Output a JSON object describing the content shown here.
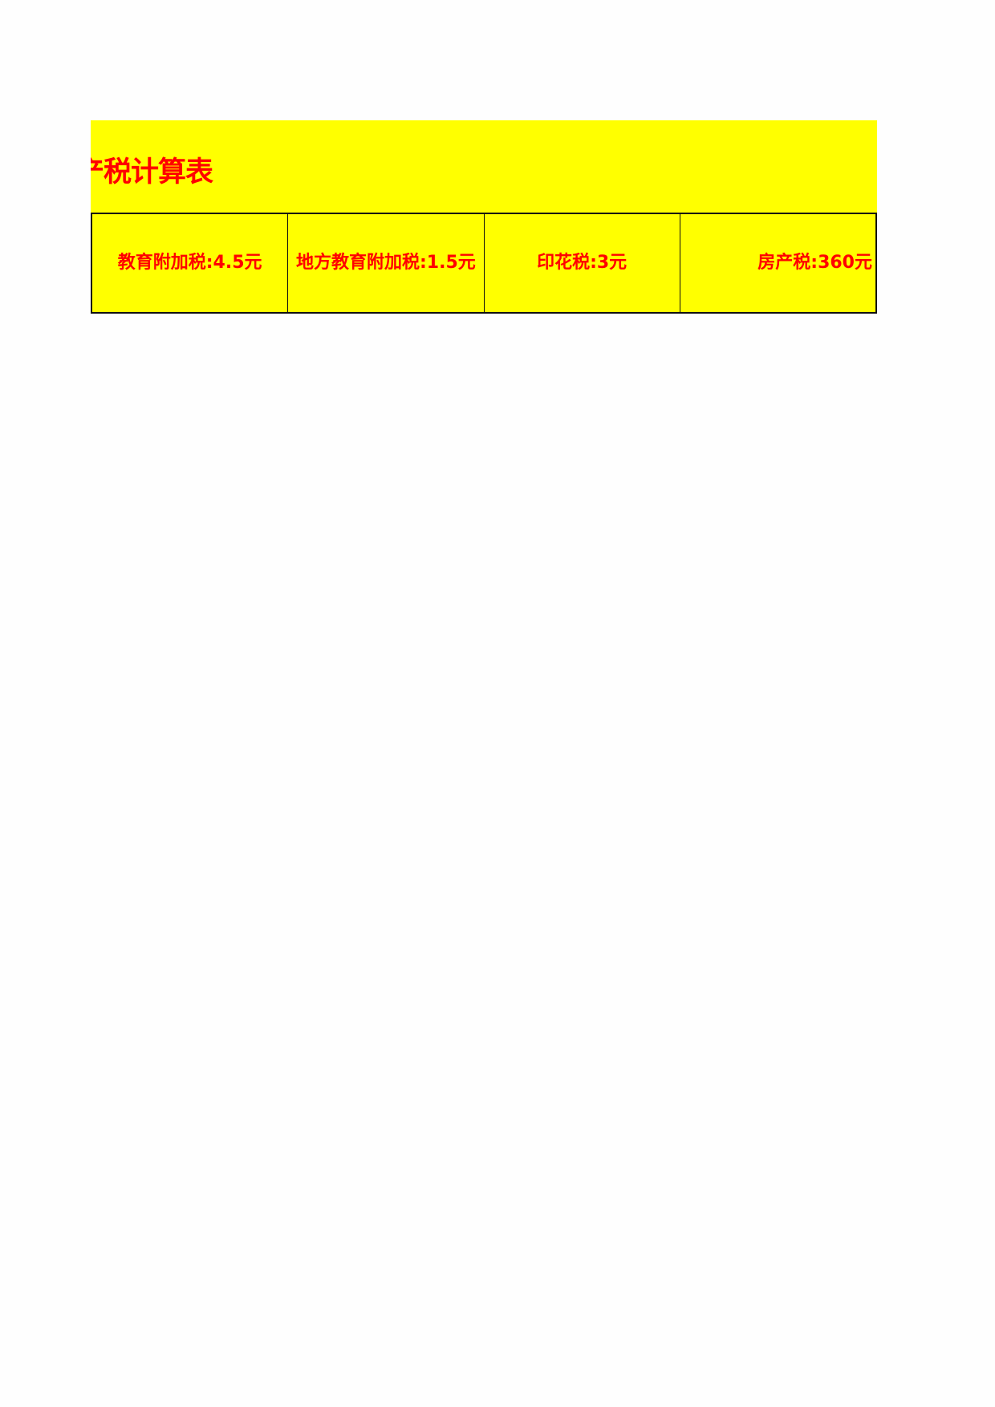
{
  "sheet": {
    "title": "产税计算表",
    "cells": [
      {
        "label": "教育附加税:4.5元"
      },
      {
        "label": "地方教育附加税:1.5元"
      },
      {
        "label": "印花税:3元"
      },
      {
        "label": "房产税:360元"
      }
    ],
    "colors": {
      "fill": "#ffff00",
      "text": "#ff0000",
      "border": "#111111"
    }
  }
}
